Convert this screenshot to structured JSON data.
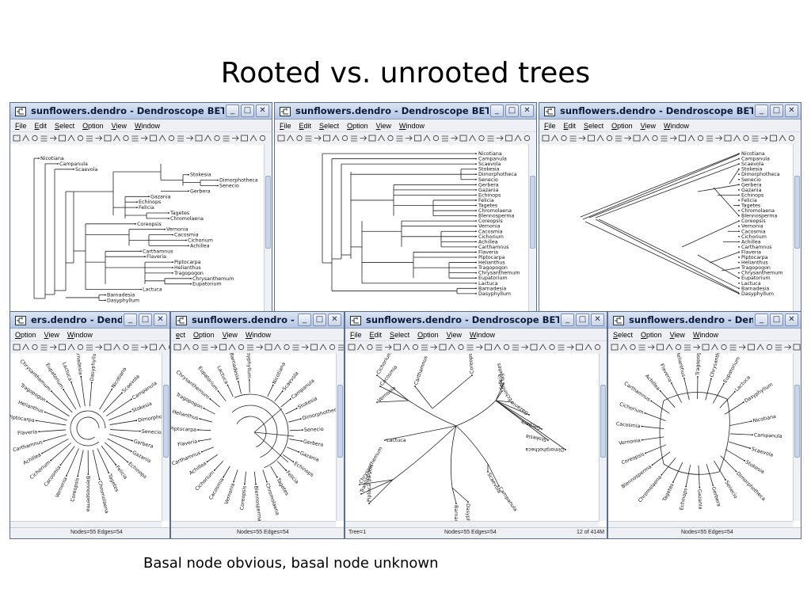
{
  "slide": {
    "title": "Rooted vs. unrooted trees",
    "caption": "Basal node obvious, basal node unknown"
  },
  "windows": [
    {
      "title": "sunflowers.dendro - Dendroscope BETA",
      "menu": [
        "File",
        "Edit",
        "Select",
        "Option",
        "View",
        "Window"
      ],
      "status_nodes": ""
    },
    {
      "title": "sunflowers.dendro - Dendroscope BETA",
      "menu": [
        "File",
        "Edit",
        "Select",
        "Option",
        "View",
        "Window"
      ],
      "status_nodes": ""
    },
    {
      "title": "sunflowers.dendro - Dendroscope BETA",
      "menu": [
        "File",
        "Edit",
        "Select",
        "Option",
        "View",
        "Window"
      ],
      "status_nodes": ""
    },
    {
      "title": "ers.dendro - Dendroscope BETA",
      "menu": [
        "Option",
        "View",
        "Window"
      ],
      "status_nodes": "Nodes=55 Edges=54"
    },
    {
      "title": "sunflowers.dendro - Dendroscope",
      "menu": [
        "ect",
        "Option",
        "View",
        "Window"
      ],
      "status_nodes": "Nodes=55 Edges=54"
    },
    {
      "title": "sunflowers.dendro - Dendroscope BETA",
      "menu": [
        "File",
        "Edit",
        "Select",
        "Option",
        "View",
        "Window"
      ],
      "status_nodes": "Nodes=55 Edges=54",
      "status_tree": "Tree=1",
      "status_mem": "12 of 414M"
    },
    {
      "title": "sunflowers.dendro - Dendroscope B",
      "menu": [
        "Select",
        "Option",
        "View",
        "Window"
      ],
      "status_nodes": "Nodes=55 Edges=54"
    }
  ],
  "taxa_rect": [
    "Nicotiana",
    "Campanula",
    "Scaevola",
    "Stokesia",
    "Dimorphotheca",
    "Senecio",
    "Gerbera",
    "Gazania",
    "Echinops",
    "Felicia",
    "Tagetes",
    "Chromolaena",
    "Coreopsis",
    "Vernonia",
    "Cacosmia",
    "Cichorium",
    "Achillea",
    "Carthamnus",
    "Flaveria",
    "Piptocarpa",
    "Helianthus",
    "Tragopogon",
    "Chrysanthemum",
    "Eupatorium",
    "Lactuca",
    "Barnadesia",
    "Dasyphyllum"
  ],
  "taxa_list": [
    "Nicotiana",
    "Campanula",
    "Scaevola",
    "Stokesia",
    "Dimorphotheca",
    "Senecio",
    "Gerbera",
    "Gazania",
    "Echinops",
    "Felicia",
    "Tagetes",
    "Chromolaena",
    "Blennosperma",
    "Coreopsis",
    "Vernonia",
    "Cacosmia",
    "Cichorium",
    "Achillea",
    "Carthamnus",
    "Flaveria",
    "Piptocarpa",
    "Helianthus",
    "Tragopogon",
    "Chrysanthemum",
    "Eupatorium",
    "Lactuca",
    "Barnadesia",
    "Dasyphyllum"
  ],
  "taxa_circle": [
    "Nicotiana",
    "Scaevola",
    "Campanula",
    "Stokesia",
    "Dimorphotheca",
    "Senecio",
    "Gerbera",
    "Gazania",
    "Echinops",
    "Felicia",
    "Tagetes",
    "Chromolaena",
    "Blennosperma",
    "Coreopsis",
    "Vernonia",
    "Cacosmia",
    "Cichorium",
    "Achillea",
    "Carthamnus",
    "Flaveria",
    "Piptocarpa",
    "Helianthus",
    "Tragopogon",
    "Chrysanthemum",
    "Eupatorium",
    "Lactuca",
    "Barnadesia",
    "Dasyphyllum"
  ],
  "taxa_unrooted": [
    "Cichorium",
    "Cacosmia",
    "Vernonia",
    "Carthamnus",
    "Coreopsis",
    "Tagetes",
    "Felicia",
    "Echinops",
    "Gazania",
    "Gerbera",
    "Stokesia",
    "Dimorphotheca",
    "Scaevola",
    "Campanula",
    "Dasyphyllum",
    "Barnadesia",
    "Piptocarpa",
    "Tragopogon",
    "Chrysanthemum",
    "Lactuca"
  ],
  "taxa_unrooted_circle": [
    "Nicotiana",
    "Campanula",
    "Scaevola",
    "Stokesia",
    "Dimorphotheca",
    "Senecio",
    "Gerbera",
    "Gazania",
    "Echinops",
    "Tagetes",
    "Chromolaena",
    "Blennosperma",
    "Coreopsis",
    "Vernonia",
    "Cacosmia",
    "Cichorium",
    "Carthamnus",
    "Achillea",
    "Flaveria",
    "Helianthus",
    "Tragopogon",
    "Chrysanthemum",
    "Eupatorium",
    "Lactuca",
    "Dasyphyllum"
  ]
}
